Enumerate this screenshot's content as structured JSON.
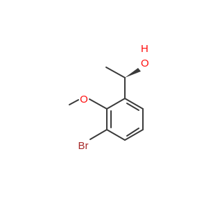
{
  "molecule": {
    "atoms": {
      "hydroxyl_hydrogen": "H",
      "hydroxyl_oxygen": "O",
      "methoxy_oxygen": "O",
      "bromine": "Br"
    }
  },
  "colors": {
    "bond": "#3a3a3a",
    "oxygen": "#ff0d0d",
    "bromine": "#a62929"
  }
}
